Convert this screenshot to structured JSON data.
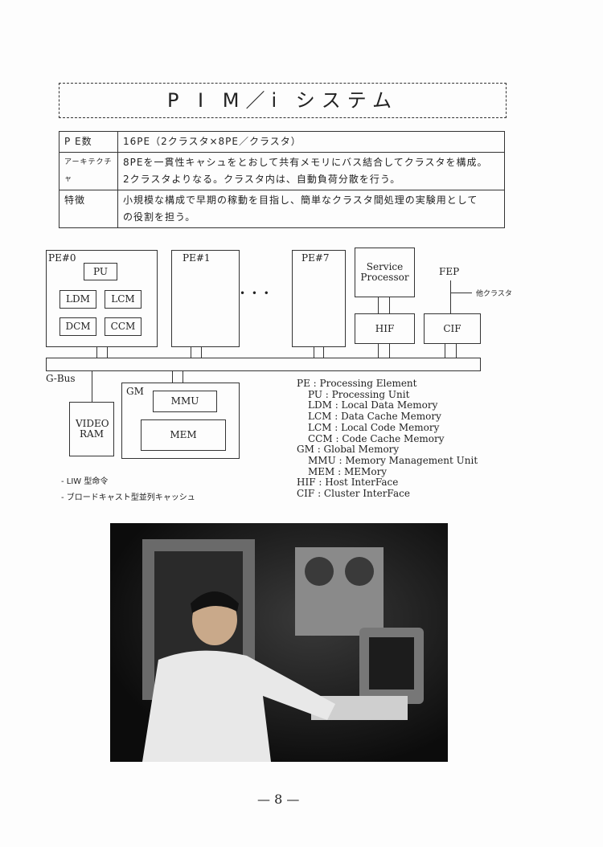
{
  "title": "P I M／i システム",
  "spec_table": [
    {
      "key": "P E数",
      "lines": [
        "16PE（2クラスタ×8PE／クラスタ）"
      ]
    },
    {
      "key": "アーキテクチャ",
      "lines": [
        "8PEを一貫性キャシュをとおして共有メモリにバス結合してクラスタを構成。",
        "2クラスタよりなる。クラスタ内は、自動負荷分散を行う。"
      ]
    },
    {
      "key": "特徴",
      "lines": [
        "小規模な構成で早期の稼動を目指し、簡単なクラスタ間処理の実験用として",
        "の役割を担う。"
      ]
    }
  ],
  "diagram": {
    "pe0": "PE#0",
    "pu": "PU",
    "ldm": "LDM",
    "lcm": "LCM",
    "dcm": "DCM",
    "ccm": "CCM",
    "pe1": "PE#1",
    "pe7": "PE#7",
    "ellipsis": "• • •",
    "service_processor": "Service Processor",
    "fep": "FEP",
    "other_cluster": "他クラスタ",
    "hif": "HIF",
    "cif": "CIF",
    "gbus": "G-Bus",
    "video_ram": "VIDEO RAM",
    "gm": "GM",
    "mmu": "MMU",
    "mem": "MEM"
  },
  "legend": [
    {
      "text": "PE : Processing Element",
      "indent": false
    },
    {
      "text": "PU : Processing Unit",
      "indent": true
    },
    {
      "text": "LDM : Local Data Memory",
      "indent": true
    },
    {
      "text": "LCM : Data Cache Memory",
      "indent": true
    },
    {
      "text": "LCM : Local Code Memory",
      "indent": true
    },
    {
      "text": "CCM : Code Cache Memory",
      "indent": true
    },
    {
      "text": "GM : Global Memory",
      "indent": false
    },
    {
      "text": "MMU : Memory Management Unit",
      "indent": true
    },
    {
      "text": "MEM : MEMory",
      "indent": true
    },
    {
      "text": "HIF : Host InterFace",
      "indent": false
    },
    {
      "text": "CIF : Cluster InterFace",
      "indent": false
    }
  ],
  "notes": [
    "- LIW 型命令",
    "- ブロードキャスト型並列キャッシュ"
  ],
  "page_number": "— 8 —"
}
